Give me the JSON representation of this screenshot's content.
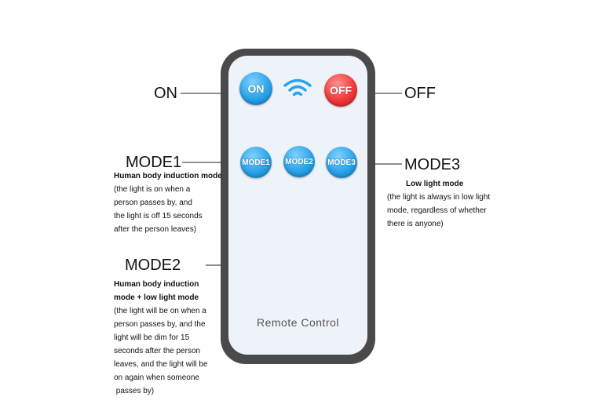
{
  "remote": {
    "brand": "Remote Control",
    "buttons": {
      "on": "ON",
      "off": "OFF",
      "mode1": "MODE1",
      "mode2": "MODE2",
      "mode3": "MODE3"
    },
    "signal_icon": "wifi-signal-icon"
  },
  "callouts": {
    "on": {
      "label": "ON"
    },
    "off": {
      "label": "OFF"
    },
    "mode1": {
      "label": "MODE1",
      "heading": "Human body induction mode",
      "lines": [
        "(the light is on when a",
        "person passes by, and",
        "the light is off 15 seconds",
        "after the person leaves)"
      ]
    },
    "mode2": {
      "label": "MODE2",
      "heading1": "Human body induction",
      "heading2": "mode + low light mode",
      "lines": [
        "(the light will be on when a",
        "person passes by, and the",
        "light will be dim for 15",
        "seconds after the person",
        "leaves, and the light will be",
        "on again when someone",
        " passes by)"
      ]
    },
    "mode3": {
      "label": "MODE3",
      "heading": "Low light mode",
      "lines": [
        "(the light is always in low light",
        "mode, regardless of whether",
        "there is anyone)"
      ]
    }
  },
  "colors": {
    "button_blue": "#2aa3ea",
    "button_red": "#f13a3a",
    "remote_body": "#4a4a4c",
    "remote_face": "#eef3f9"
  }
}
